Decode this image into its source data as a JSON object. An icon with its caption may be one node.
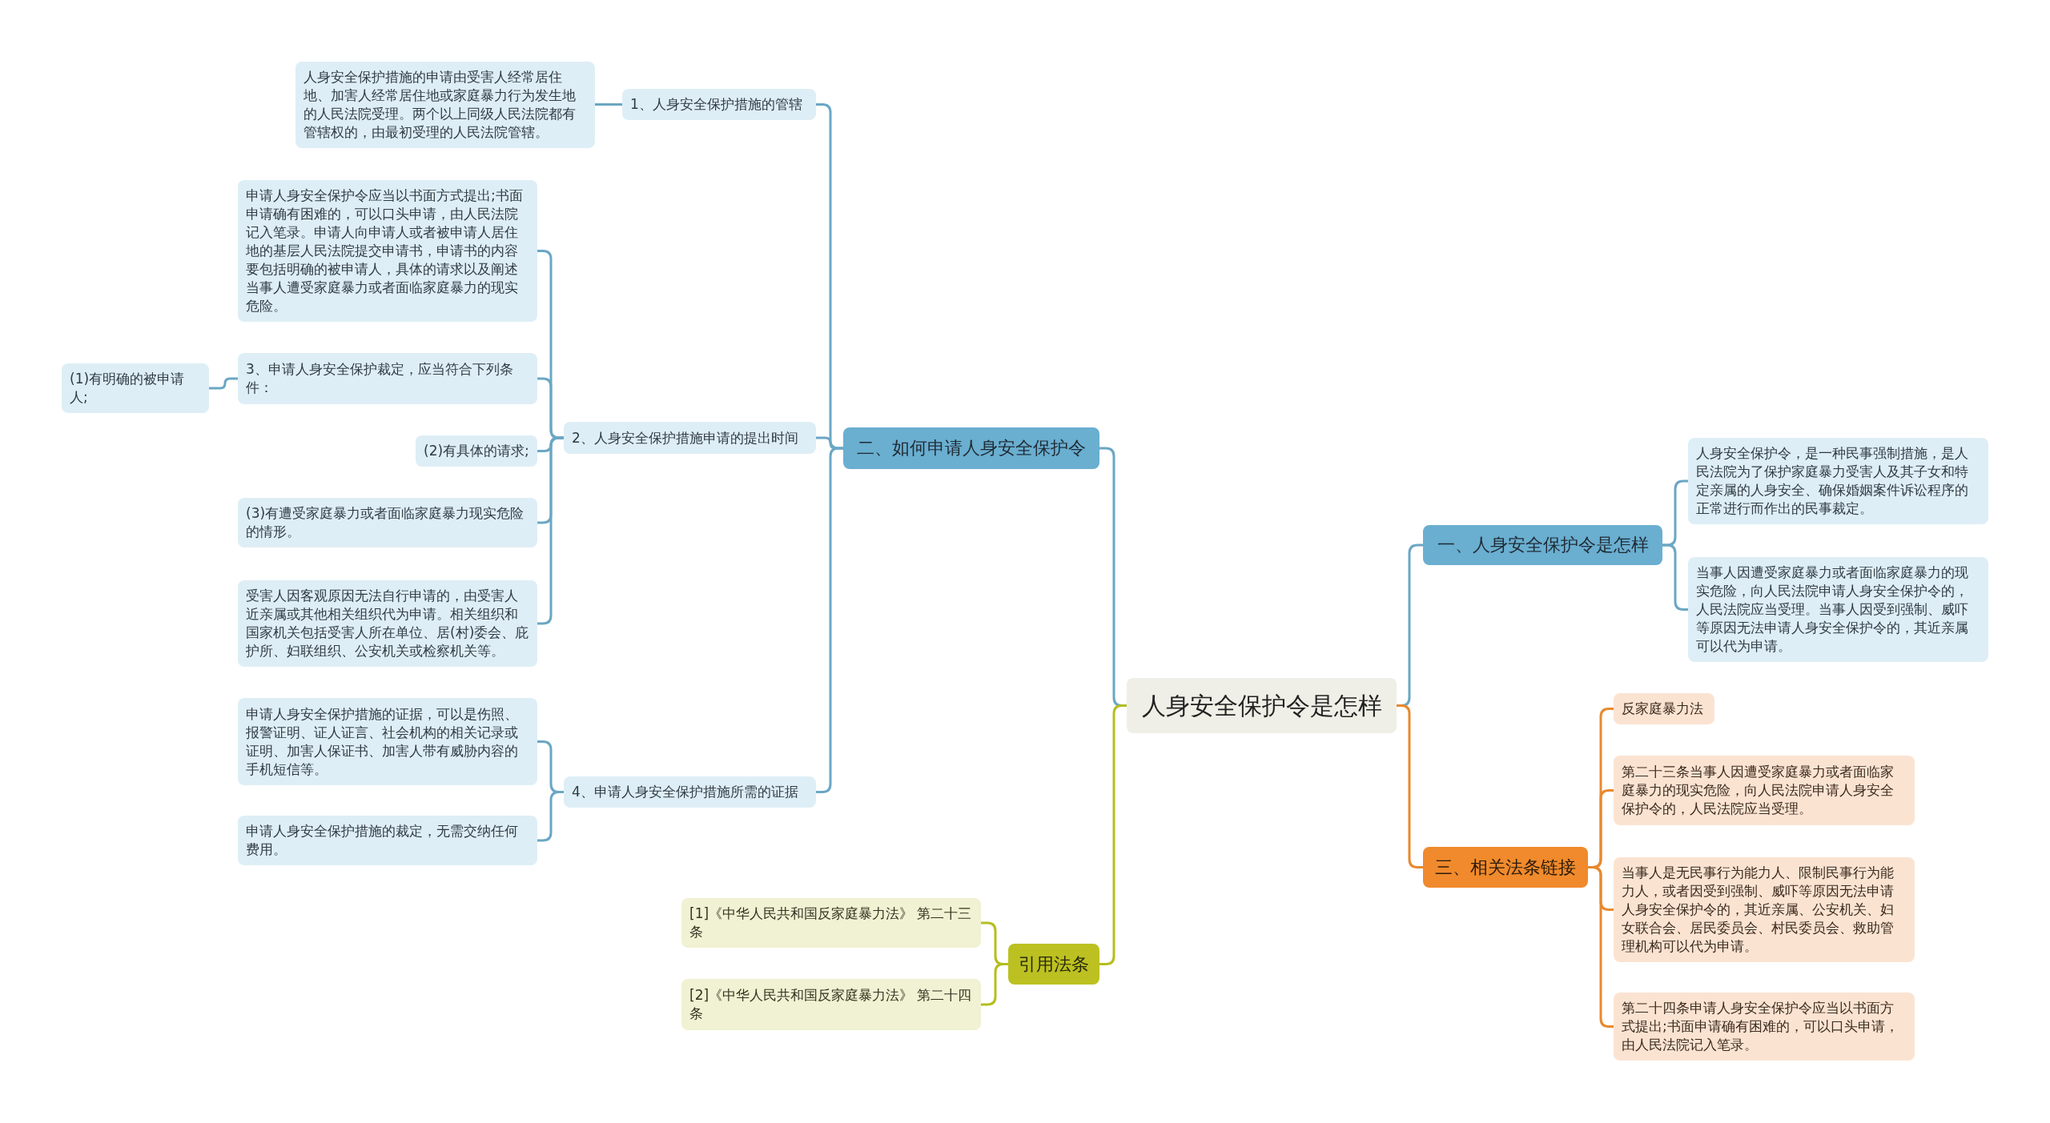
{
  "diagram": {
    "nodes": [
      {
        "text": [
          "人身安全保护令是怎样"
        ]
      },
      {
        "text": [
          "一、人身安全保护令是怎样"
        ]
      },
      {
        "text": [
          "人身安全保护令，是一种民事强制措施，是人民法院为了保护家庭暴力受害人及其子女和特定亲属的人身安全、确保婚姻案件诉讼程序的正常进行而作出的民事裁定。"
        ]
      },
      {
        "text": [
          "当事人因遭受家庭暴力或者面临家庭暴力的现实危险，向人民法院申请人身安全保护令的，人民法院应当受理。当事人因受到强制、威吓等原因无法申请人身安全保护令的，其近亲属可以代为申请。"
        ]
      },
      {
        "text": [
          "三、相关法条链接"
        ]
      },
      {
        "text": [
          "反家庭暴力法"
        ]
      },
      {
        "text": [
          "第二十三条当事人因遭受家庭暴力或者面临家庭暴力的现实危险，向人民法院申请人身安全保护令的，人民法院应当受理。"
        ]
      },
      {
        "text": [
          "当事人是无民事行为能力人、限制民事行为能力人，或者因受到强制、威吓等原因无法申请人身安全保护令的，其近亲属、公安机关、妇女联合会、居民委员会、村民委员会、救助管理机构可以代为申请。"
        ]
      },
      {
        "text": [
          "第二十四条申请人身安全保护令应当以书面方式提出;书面申请确有困难的，可以口头申请，由人民法院记入笔录。"
        ]
      },
      {
        "text": [
          "二、如何申请人身安全保护令"
        ]
      },
      {
        "text": [
          "1、人身安全保护措施的管辖"
        ]
      },
      {
        "text": [
          "人身安全保护措施的申请由受害人经常居住地、加害人经常居住地或家庭暴力行为发生地的人民法院受理。两个以上同级人民法院都有管辖权的，由最初受理的人民法院管辖。"
        ]
      },
      {
        "text": [
          "2、人身安全保护措施申请的提出时间"
        ]
      },
      {
        "text": [
          "申请人身安全保护令应当以书面方式提出;书面申请确有困难的，可以口头申请，由人民法院记入笔录。申请人向申请人或者被申请人居住地的基层人民法院提交申请书，申请书的内容要包括明确的被申请人，具体的请求以及阐述当事人遭受家庭暴力或者面临家庭暴力的现实危险。"
        ]
      },
      {
        "text": [
          "3、申请人身安全保护裁定，应当符合下列条件："
        ]
      },
      {
        "text": [
          "(1)有明确的被申请人;"
        ]
      },
      {
        "text": [
          "(2)有具体的请求;"
        ]
      },
      {
        "text": [
          "(3)有遭受家庭暴力或者面临家庭暴力现实危险的情形。"
        ]
      },
      {
        "text": [
          "受害人因客观原因无法自行申请的，由受害人近亲属或其他相关组织代为申请。相关组织和国家机关包括受害人所在单位、居(村)委会、庇护所、妇联组织、公安机关或检察机关等。"
        ]
      },
      {
        "text": [
          "4、申请人身安全保护措施所需的证据"
        ]
      },
      {
        "text": [
          "申请人身安全保护措施的证据，可以是伤照、报警证明、证人证言、社会机构的相关记录或证明、加害人保证书、加害人带有威胁内容的手机短信等。"
        ]
      },
      {
        "text": [
          "申请人身安全保护措施的裁定，无需交纳任何费用。"
        ]
      },
      {
        "text": [
          "引用法条"
        ]
      },
      {
        "text": [
          "[1]《中华人民共和国反家庭暴力法》 第二十三条"
        ]
      },
      {
        "text": [
          "[2]《中华人民共和国反家庭暴力法》 第二十四条"
        ]
      }
    ],
    "edges": [
      {
        "from": 0,
        "to": 1,
        "arrow": "none"
      },
      {
        "from": 1,
        "to": 2,
        "arrow": "none"
      },
      {
        "from": 1,
        "to": 3,
        "arrow": "none"
      },
      {
        "from": 0,
        "to": 4,
        "arrow": "none",
        "color": "#e8892e"
      },
      {
        "from": 4,
        "to": 5,
        "arrow": "none",
        "color": "#e8892e"
      },
      {
        "from": 4,
        "to": 6,
        "arrow": "none",
        "color": "#e8892e"
      },
      {
        "from": 4,
        "to": 7,
        "arrow": "none",
        "color": "#e8892e"
      },
      {
        "from": 4,
        "to": 8,
        "arrow": "none",
        "color": "#e8892e"
      },
      {
        "from": 0,
        "to": 9,
        "arrow": "none"
      },
      {
        "from": 9,
        "to": 10,
        "arrow": "none"
      },
      {
        "from": 10,
        "to": 11,
        "arrow": "none"
      },
      {
        "from": 9,
        "to": 12,
        "arrow": "none"
      },
      {
        "from": 12,
        "to": 13,
        "arrow": "none"
      },
      {
        "from": 12,
        "to": 14,
        "arrow": "none"
      },
      {
        "from": 14,
        "to": 15,
        "arrow": "none"
      },
      {
        "from": 12,
        "to": 16,
        "arrow": "none"
      },
      {
        "from": 12,
        "to": 17,
        "arrow": "none"
      },
      {
        "from": 12,
        "to": 18,
        "arrow": "none"
      },
      {
        "from": 9,
        "to": 19,
        "arrow": "none"
      },
      {
        "from": 19,
        "to": 20,
        "arrow": "none"
      },
      {
        "from": 19,
        "to": 21,
        "arrow": "none"
      },
      {
        "from": 0,
        "to": 22,
        "arrow": "none",
        "color": "#b5be1e"
      },
      {
        "from": 22,
        "to": 23,
        "arrow": "none",
        "color": "#b5be1e"
      },
      {
        "from": 22,
        "to": 24,
        "arrow": "none",
        "color": "#b5be1e"
      }
    ]
  }
}
